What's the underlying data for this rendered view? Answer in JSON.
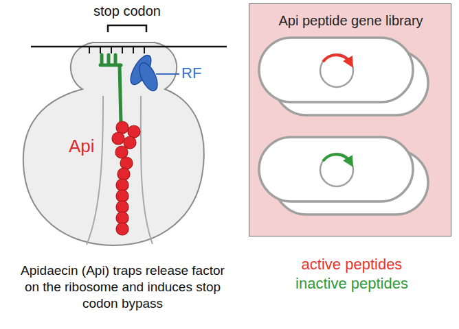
{
  "diagram": {
    "caption": "Apidaecin (Api) traps release factor on the ribosome and induces stop codon bypass",
    "nodes": [
      {
        "text": [
          "Api"
        ]
      },
      {
        "text": [
          "Api peptide gene library"
        ]
      }
    ],
    "labels": [
      "stop codon",
      "RF",
      "active peptides",
      "inactive peptides"
    ]
  }
}
